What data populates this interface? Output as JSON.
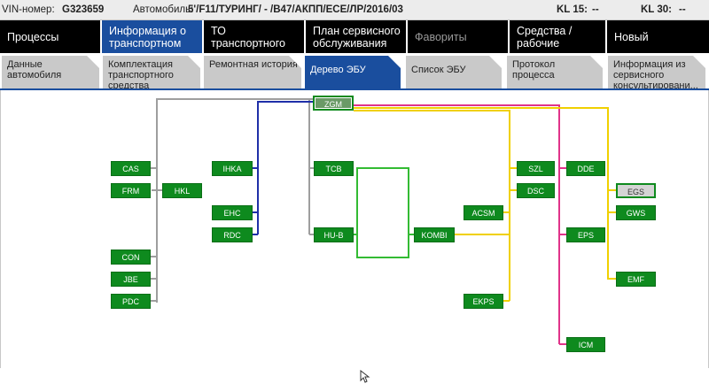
{
  "header": {
    "vin_label": "VIN-номер:",
    "vin_value": "G323659",
    "car_label": "Автомобиль:",
    "car_value": "5'/F11/ТУРИНГ/ - /B47/АКПП/ECE/ЛР/2016/03",
    "kl15_label": "KL 15:",
    "kl15_value": "--",
    "kl30_label": "KL 30:",
    "kl30_value": "--"
  },
  "nav1": {
    "tabs": [
      {
        "label": "Процессы"
      },
      {
        "label": "Информация о транспортном средстве"
      },
      {
        "label": "ТО транспортного средства"
      },
      {
        "label": "План сервисного обслуживания"
      },
      {
        "label": "Фавориты"
      },
      {
        "label": "Средства / рабочие жидкости"
      },
      {
        "label": "Новый"
      }
    ]
  },
  "nav2": {
    "tabs": [
      {
        "label": "Данные автомобиля"
      },
      {
        "label": "Комплектация транспортного средства"
      },
      {
        "label": "Ремонтная история"
      },
      {
        "label": "Дерево ЭБУ"
      },
      {
        "label": "Список ЭБУ"
      },
      {
        "label": "Протокол процесса"
      },
      {
        "label": "Информация из сервисного консультировани..."
      }
    ]
  },
  "ecus": {
    "zgm": "ZGM",
    "cas": "CAS",
    "frm": "FRM",
    "hkl": "HKL",
    "con": "CON",
    "jbe": "JBE",
    "pdc": "PDC",
    "ihka": "IHKA",
    "ehc": "EHC",
    "rdc": "RDC",
    "tcb": "TCB",
    "hub": "HU-B",
    "kombi": "KOMBI",
    "acsm": "ACSM",
    "ekps": "EKPS",
    "szl": "SZL",
    "dsc": "DSC",
    "dde": "DDE",
    "eps": "EPS",
    "icm": "ICM",
    "egs": "EGS",
    "gws": "GWS",
    "emf": "EMF"
  },
  "colors": {
    "nav_bg": "#000000",
    "active_tab": "#1a4e9e",
    "ecu_green": "#0e8a1e",
    "bus_grey": "#9e9e9e",
    "bus_blue": "#1f2fa8",
    "bus_pink": "#e0338a",
    "bus_yellow": "#f0d000",
    "bus_green": "#33bb33"
  }
}
